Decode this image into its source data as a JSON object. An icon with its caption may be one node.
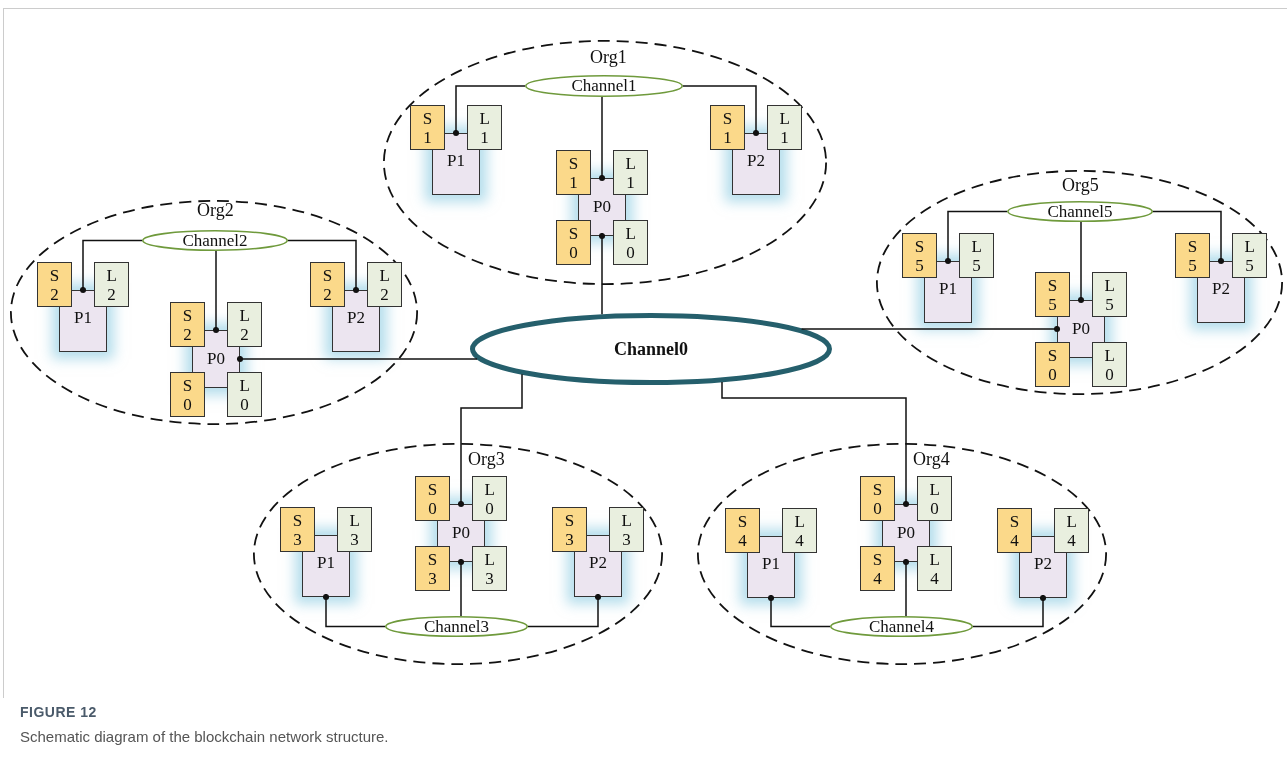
{
  "diagram": {
    "caption": "Schematic diagram of the blockchain network structure.",
    "nodes": [
      {
        "text": [
          "Org1"
        ]
      },
      {
        "text": [
          "Channel1"
        ],
        "in": 0
      },
      {
        "text": [
          "P1"
        ],
        "in": 0
      },
      {
        "text": [
          "S 1"
        ],
        "in": 0
      },
      {
        "text": [
          "L 1"
        ],
        "in": 0
      },
      {
        "text": [
          "P2"
        ],
        "in": 0
      },
      {
        "text": [
          "S 1"
        ],
        "in": 0
      },
      {
        "text": [
          "L 1"
        ],
        "in": 0
      },
      {
        "text": [
          "P0"
        ],
        "in": 0
      },
      {
        "text": [
          "S 1"
        ],
        "in": 0
      },
      {
        "text": [
          "L 1"
        ],
        "in": 0
      },
      {
        "text": [
          "S 0"
        ],
        "in": 0
      },
      {
        "text": [
          "L 0"
        ],
        "in": 0
      },
      {
        "text": [
          "Org2"
        ]
      },
      {
        "text": [
          "Channel2"
        ],
        "in": 13
      },
      {
        "text": [
          "P1"
        ],
        "in": 13
      },
      {
        "text": [
          "S 2"
        ],
        "in": 13
      },
      {
        "text": [
          "L 2"
        ],
        "in": 13
      },
      {
        "text": [
          "P2"
        ],
        "in": 13
      },
      {
        "text": [
          "S 2"
        ],
        "in": 13
      },
      {
        "text": [
          "L 2"
        ],
        "in": 13
      },
      {
        "text": [
          "P0"
        ],
        "in": 13
      },
      {
        "text": [
          "S 2"
        ],
        "in": 13
      },
      {
        "text": [
          "L 2"
        ],
        "in": 13
      },
      {
        "text": [
          "S 0"
        ],
        "in": 13
      },
      {
        "text": [
          "L 0"
        ],
        "in": 13
      },
      {
        "text": [
          "Org5"
        ]
      },
      {
        "text": [
          "Channel5"
        ],
        "in": 26
      },
      {
        "text": [
          "P1"
        ],
        "in": 26
      },
      {
        "text": [
          "S 5"
        ],
        "in": 26
      },
      {
        "text": [
          "L 5"
        ],
        "in": 26
      },
      {
        "text": [
          "P2"
        ],
        "in": 26
      },
      {
        "text": [
          "S 5"
        ],
        "in": 26
      },
      {
        "text": [
          "L 5"
        ],
        "in": 26
      },
      {
        "text": [
          "P0"
        ],
        "in": 26
      },
      {
        "text": [
          "S 5"
        ],
        "in": 26
      },
      {
        "text": [
          "L 5"
        ],
        "in": 26
      },
      {
        "text": [
          "S 0"
        ],
        "in": 26
      },
      {
        "text": [
          "L 0"
        ],
        "in": 26
      },
      {
        "text": [
          "Channel0"
        ]
      },
      {
        "text": [
          "Org3"
        ]
      },
      {
        "text": [
          "Channel3"
        ],
        "in": 40
      },
      {
        "text": [
          "P1"
        ],
        "in": 40
      },
      {
        "text": [
          "S 3"
        ],
        "in": 40
      },
      {
        "text": [
          "L 3"
        ],
        "in": 40
      },
      {
        "text": [
          "P2"
        ],
        "in": 40
      },
      {
        "text": [
          "S 3"
        ],
        "in": 40
      },
      {
        "text": [
          "L 3"
        ],
        "in": 40
      },
      {
        "text": [
          "P0"
        ],
        "in": 40
      },
      {
        "text": [
          "S 0"
        ],
        "in": 40
      },
      {
        "text": [
          "L 0"
        ],
        "in": 40
      },
      {
        "text": [
          "S 3"
        ],
        "in": 40
      },
      {
        "text": [
          "L 3"
        ],
        "in": 40
      },
      {
        "text": [
          "Org4"
        ]
      },
      {
        "text": [
          "Channel4"
        ],
        "in": 53
      },
      {
        "text": [
          "P1"
        ],
        "in": 53
      },
      {
        "text": [
          "S 4"
        ],
        "in": 53
      },
      {
        "text": [
          "L 4"
        ],
        "in": 53
      },
      {
        "text": [
          "P2"
        ],
        "in": 53
      },
      {
        "text": [
          "S 4"
        ],
        "in": 53
      },
      {
        "text": [
          "L 4"
        ],
        "in": 53
      },
      {
        "text": [
          "P0"
        ],
        "in": 53
      },
      {
        "text": [
          "S 0"
        ],
        "in": 53
      },
      {
        "text": [
          "L 0"
        ],
        "in": 53
      },
      {
        "text": [
          "S 4"
        ],
        "in": 53
      },
      {
        "text": [
          "L 4"
        ],
        "in": 53
      }
    ],
    "edges": [
      {
        "from": 1,
        "to": 2,
        "arrow": "other"
      },
      {
        "from": 1,
        "to": 5,
        "arrow": "other"
      },
      {
        "from": 1,
        "to": 8,
        "arrow": "other"
      },
      {
        "from": 14,
        "to": 15,
        "arrow": "other"
      },
      {
        "from": 14,
        "to": 18,
        "arrow": "other"
      },
      {
        "from": 14,
        "to": 21,
        "arrow": "other"
      },
      {
        "from": 27,
        "to": 28,
        "arrow": "other"
      },
      {
        "from": 27,
        "to": 31,
        "arrow": "other"
      },
      {
        "from": 27,
        "to": 34,
        "arrow": "other"
      },
      {
        "from": 39,
        "to": 8,
        "arrow": "other"
      },
      {
        "from": 39,
        "to": 21,
        "arrow": "other"
      },
      {
        "from": 39,
        "to": 34,
        "arrow": "other"
      },
      {
        "from": 39,
        "to": 48,
        "arrow": "other"
      },
      {
        "from": 39,
        "to": 61,
        "arrow": "other"
      },
      {
        "from": 41,
        "to": 42,
        "arrow": "other"
      },
      {
        "from": 41,
        "to": 45,
        "arrow": "other"
      },
      {
        "from": 41,
        "to": 48,
        "arrow": "other"
      },
      {
        "from": 54,
        "to": 55,
        "arrow": "other"
      },
      {
        "from": 54,
        "to": 58,
        "arrow": "other"
      },
      {
        "from": 54,
        "to": 61,
        "arrow": "other"
      }
    ],
    "labels": [
      "FIGURE 12"
    ]
  }
}
